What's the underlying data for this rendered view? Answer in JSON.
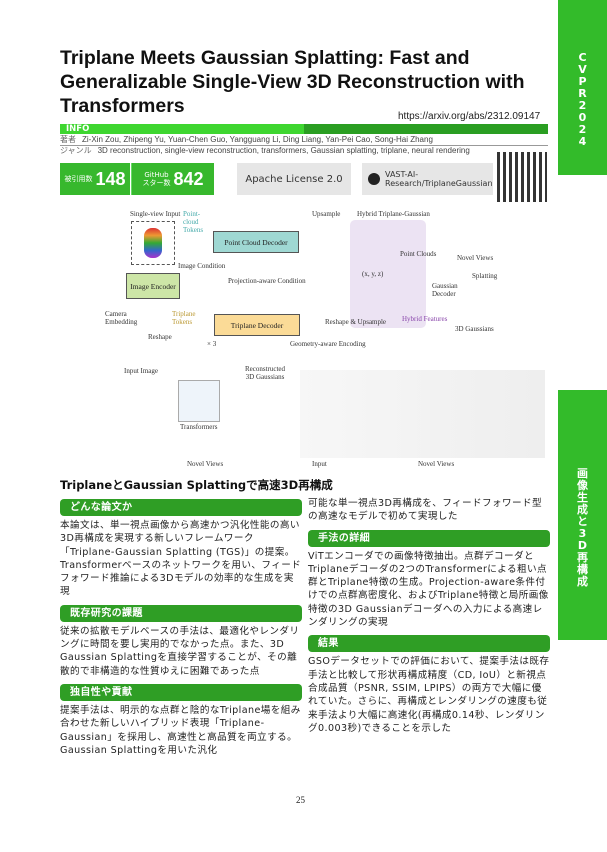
{
  "side_tabs": {
    "conference": "CVPR2024",
    "category": "画像生成と3D再構成"
  },
  "title": "Triplane Meets Gaussian Splatting: Fast and Generalizable Single-View 3D Reconstruction with Transformers",
  "url": "https://arxiv.org/abs/2312.09147",
  "info": {
    "label": "INFO",
    "authors_label": "著者",
    "authors": "Zi-Xin Zou, Zhipeng Yu, Yuan-Chen Guo, Yangguang Li, Ding Liang, Yan-Pei Cao, Song-Hai Zhang",
    "genre_label": "ジャンル",
    "genre": "3D reconstruction, single-view reconstruction, transformers, Gaussian splatting, triplane, neural rendering"
  },
  "stats": {
    "citations_label": "被引用数",
    "citations": "148",
    "stars_label1": "GitHub",
    "stars_label2": "スター数",
    "stars": "842",
    "license": "Apache License 2.0",
    "repo": "VAST-AI-Research/TriplaneGaussian",
    "colors": {
      "green": "#37b82d",
      "dark_green": "#2f9e25"
    }
  },
  "figure": {
    "single_view_input": "Single-view Input",
    "point_cloud_tokens": "Point-cloud Tokens",
    "point_cloud_decoder": "Point Cloud Decoder",
    "upsample": "Upsample",
    "hybrid": "Hybrid Triplane-Gaussian",
    "image_condition": "Image Condition",
    "image_encoder": "Image Encoder",
    "projection": "Projection-aware Condition",
    "camera": "Camera Embedding",
    "triplane_tokens": "Triplane Tokens",
    "triplane_decoder": "Triplane Decoder",
    "reshape_upsample": "Reshape & Upsample",
    "reshape": "Reshape",
    "x3": "× 3",
    "geometry": "Geometry-aware Encoding",
    "point_clouds": "Point Clouds",
    "xyz": "(x, y, z)",
    "hybrid_features": "Hybrid Features",
    "gaussian_decoder": "Gaussian Decoder",
    "gaussians": "3D Gaussians",
    "splatting": "Splatting",
    "novel_views": "Novel Views",
    "input_image": "Input Image",
    "recon": "Reconstructed 3D Gaussians",
    "transformers": "Transformers",
    "novel_views2": "Novel Views",
    "input": "Input",
    "novel_views3": "Novel Views"
  },
  "section_title": "TriplaneとGaussian Splattingで高速3D再構成",
  "sections": [
    {
      "heading": "どんな論文か",
      "body": "本論文は、単一視点画像から高速かつ汎化性能の高い3D再構成を実現する新しいフレームワーク「Triplane-Gaussian Splatting (TGS)」の提案。Transformerベースのネットワークを用い、フィードフォワード推論による3Dモデルの効率的な生成を実現"
    },
    {
      "heading": "既存研究の課題",
      "body": "従来の拡散モデルベースの手法は、最適化やレンダリングに時間を要し実用的でなかった点。また、3D Gaussian Splattingを直接学習することが、その離散的で非構造的な性質ゆえに困難であった点"
    },
    {
      "heading": "独自性や貢献",
      "body": "提案手法は、明示的な点群と陰的なTriplane場を組み合わせた新しいハイブリッド表現「Triplane-Gaussian」を採用し、高速性と高品質を両立する。Gaussian Splattingを用いた汎化",
      "continued": "可能な単一視点3D再構成を、フィードフォワード型の高速なモデルで初めて実現した"
    },
    {
      "heading": "手法の詳細",
      "body": "ViTエンコーダでの画像特徴抽出。点群デコーダとTriplaneデコーダの2つのTransformerによる粗い点群とTriplane特徴の生成。Projection-aware条件付けでの点群高密度化、およびTriplane特徴と局所画像特徴の3D Gaussianデコーダへの入力による高速レンダリングの実現"
    },
    {
      "heading": "結果",
      "body": "GSOデータセットでの評価において、提案手法は既存手法と比較して形状再構成精度（CD, IoU）と新視点合成品質（PSNR, SSIM, LPIPS）の両方で大幅に優れていた。さらに、再構成とレンダリングの速度も従来手法より大幅に高速化(再構成0.14秒、レンダリング0.003秒)できることを示した"
    }
  ],
  "page_number": "25"
}
